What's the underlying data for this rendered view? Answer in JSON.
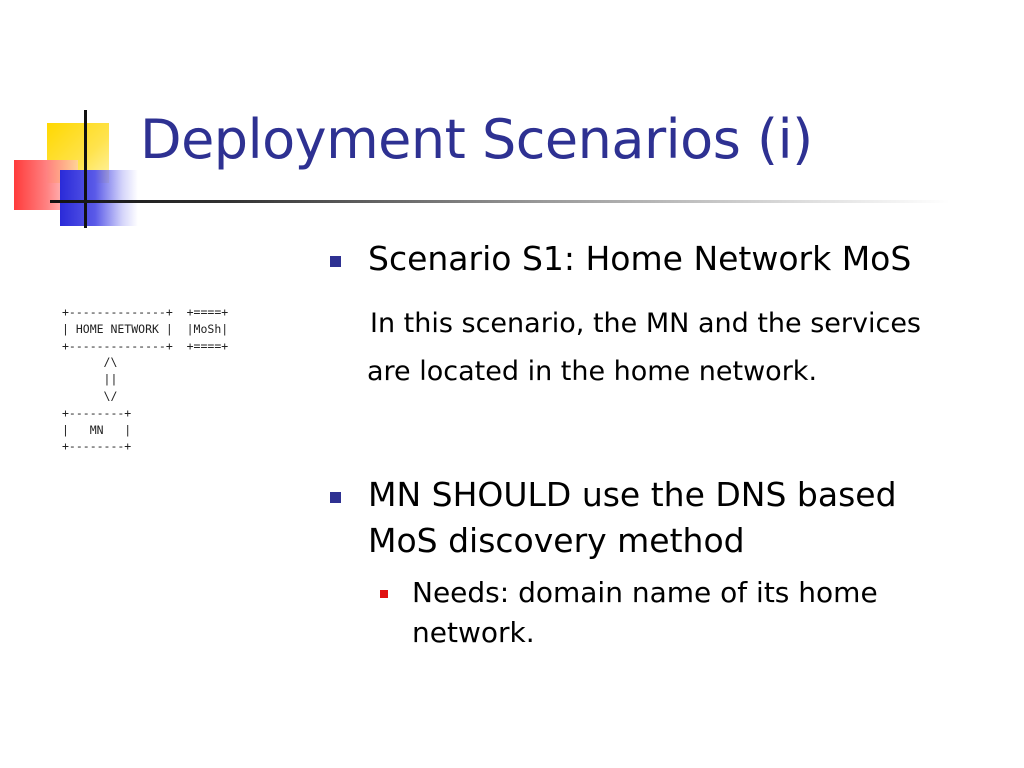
{
  "slide": {
    "title": "Deployment Scenarios (i)",
    "diagram_ascii": "+--------------+  +====+\n| HOME NETWORK |  |MoSh|\n+--------------+  +====+\n      /\\\n      ||\n      \\/\n+--------+\n|   MN   |\n+--------+",
    "bullets": [
      {
        "text": "Scenario S1: Home Network MoS",
        "paragraph_line1": "In this scenario, the MN and the services",
        "paragraph_line2": "are located in the home network."
      },
      {
        "text_line1": "MN SHOULD use the DNS based",
        "text_line2": "MoS discovery method",
        "sub": {
          "text_line1": "Needs: domain name of its home",
          "text_line2": "network."
        }
      }
    ]
  },
  "colors": {
    "title": "#2e3192",
    "bullet_primary": "#2e3192",
    "bullet_secondary": "#e01010"
  }
}
